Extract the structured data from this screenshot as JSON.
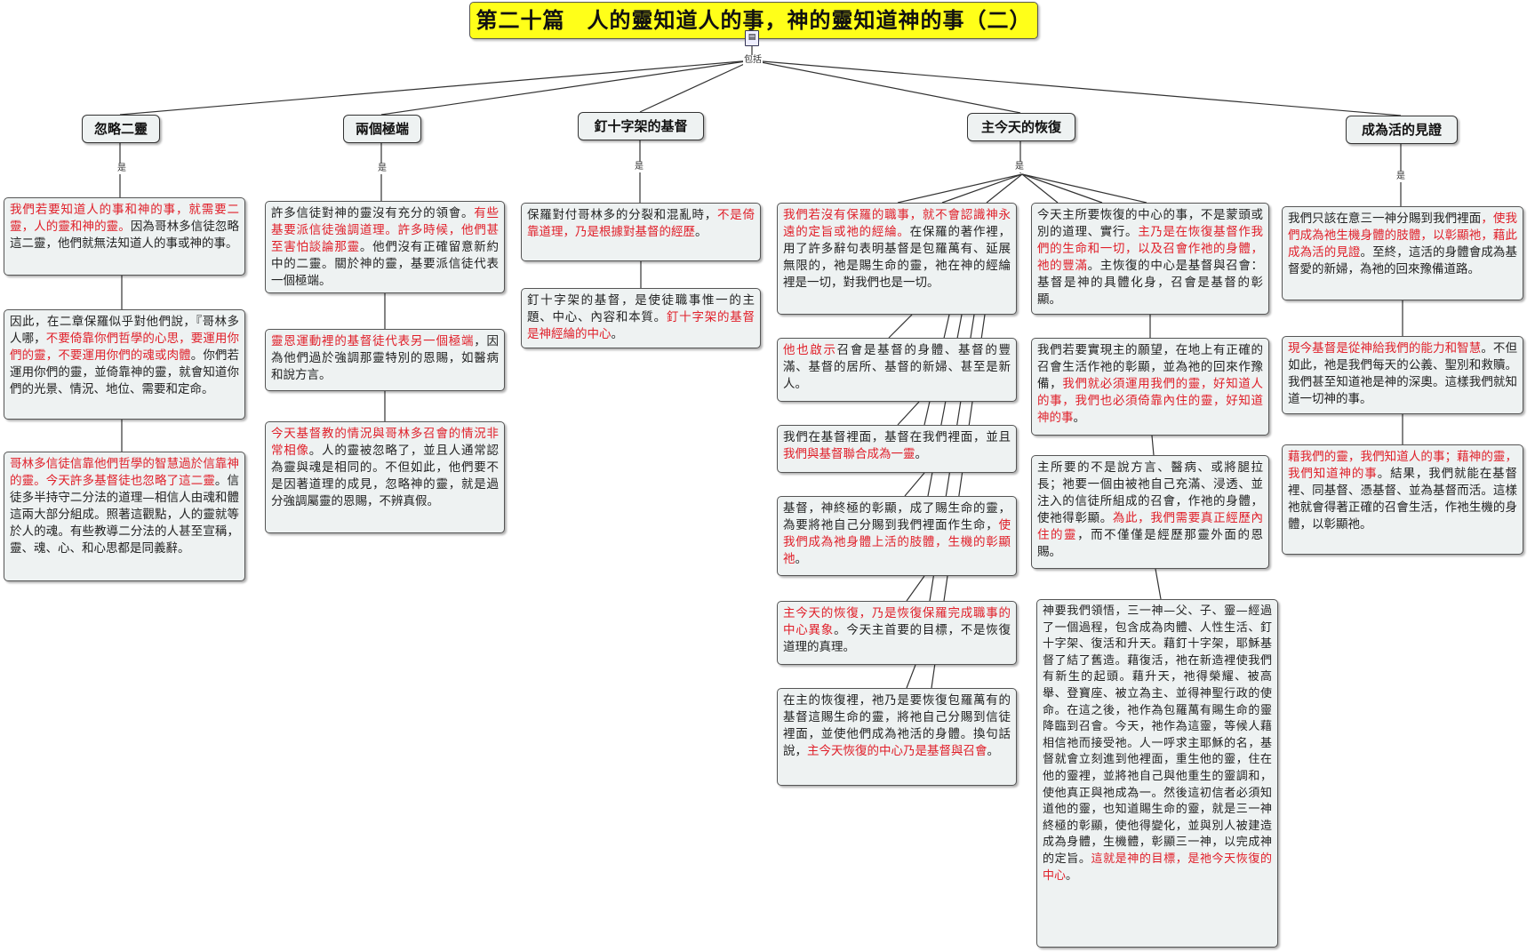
{
  "title": "第二十篇　人的靈知道人的事，神的靈知道神的事（二）",
  "root_relation": "包括",
  "branch_relation": "是",
  "colors": {
    "title_bg": "#ffff19",
    "box_bg": "#eef2f2",
    "highlight": "#e0202a",
    "text": "#222222"
  },
  "branches": [
    {
      "label": "忽略二靈",
      "notes": [
        [
          {
            "t": "我們若要知道人的事和神的事，就需要二靈，人的靈和神的靈。",
            "r": true
          },
          {
            "t": "因為哥林多信徒忽略這二靈，他們就無法知道人的事或神的事。",
            "r": false
          }
        ],
        [
          {
            "t": "因此，在二章保羅似乎對他們說，『哥林多人哪，",
            "r": false
          },
          {
            "t": "不要倚靠你們哲學的心思，要運用你們的靈，不要運用你們的魂或肉體",
            "r": true
          },
          {
            "t": "。你們若運用你們的靈，並倚靠神的靈，就會知道你們的光景、情況、地位、需要和定命。",
            "r": false
          }
        ],
        [
          {
            "t": "哥林多信徒信靠他們哲學的智慧過於信靠神的靈。今天許多基督徒也忽略了這二靈",
            "r": true
          },
          {
            "t": "。信徒多半持守二分法的道理—相信人由魂和體這兩大部分組成。照著這觀點，人的靈就等於人的魂。有些教導二分法的人甚至宣稱，靈、魂、心、和心思都是同義辭。",
            "r": false
          }
        ]
      ]
    },
    {
      "label": "兩個極端",
      "notes": [
        [
          {
            "t": "許多信徒對神的靈沒有充分的領會。",
            "r": false
          },
          {
            "t": "有些基要派信徒強調道理。許多時候，他們甚至害怕談論那靈",
            "r": true
          },
          {
            "t": "。他們沒有正確留意新約中的二靈。關於神的靈，基要派信徒代表一個極端。",
            "r": false
          }
        ],
        [
          {
            "t": "靈恩運動裡的基督徒代表另一個極端",
            "r": true
          },
          {
            "t": "，因為他們過於強調那靈特別的恩賜，如醫病和說方言。",
            "r": false
          }
        ],
        [
          {
            "t": "今天基督教的情況與哥林多召會的情況非常相像",
            "r": true
          },
          {
            "t": "。人的靈被忽略了，並且人通常認為靈與魂是相同的。不但如此，他們要不是因著道理的成見，忽略神的靈，就是過分強調屬靈的恩賜，不辨真假。",
            "r": false
          }
        ]
      ]
    },
    {
      "label": "釘十字架的基督",
      "notes": [
        [
          {
            "t": "保羅對付哥林多的分裂和混亂時，",
            "r": false
          },
          {
            "t": "不是倚靠道理，乃是根據對基督的經歷",
            "r": true
          },
          {
            "t": "。",
            "r": false
          }
        ],
        [
          {
            "t": "釘十字架的基督，是使徒職事惟一的主題、中心、內容和本質。",
            "r": false
          },
          {
            "t": "釘十字架的基督是神經綸的中心",
            "r": true
          },
          {
            "t": "。",
            "r": false
          }
        ]
      ]
    },
    {
      "label": "主今天的恢復",
      "notes": [
        [
          {
            "t": "我們若沒有保羅的職事，就不會認識神永遠的定旨或祂的經綸。",
            "r": true
          },
          {
            "t": "在保羅的著作裡，用了許多辭句表明基督是包羅萬有、延展無限的，祂是賜生命的靈，祂在神的經綸裡是一切，對我們也是一切。",
            "r": false
          }
        ],
        [
          {
            "t": "他也啟示",
            "r": true
          },
          {
            "t": "召會是基督的身體、基督的豐滿、基督的居所、基督的新婦、甚至是新人。",
            "r": false
          }
        ],
        [
          {
            "t": "我們在基督裡面，基督在我們裡面，並且",
            "r": false
          },
          {
            "t": "我們與基督聯合成為一靈",
            "r": true
          },
          {
            "t": "。",
            "r": false
          }
        ],
        [
          {
            "t": "基督，神終極的彰顯，成了賜生命的靈，為要將祂自己分賜到我們裡面作生命，",
            "r": false
          },
          {
            "t": "使我們成為祂身體上活的肢體，生機的彰顯祂",
            "r": true
          },
          {
            "t": "。",
            "r": false
          }
        ],
        [
          {
            "t": "主今天的恢復，乃是恢復保羅完成職事的中心異象",
            "r": true
          },
          {
            "t": "。今天主首要的目標，不是恢復道理的真理。",
            "r": false
          }
        ],
        [
          {
            "t": "在主的恢復裡，祂乃是要恢復包羅萬有的基督這賜生命的靈，將祂自己分賜到信徒裡面，並使他們成為祂活的身體。換句話說，",
            "r": false
          },
          {
            "t": "主今天恢復的中心乃是基督與召會",
            "r": true
          },
          {
            "t": "。",
            "r": false
          }
        ],
        [
          {
            "t": "今天主所要恢復的中心的事，不是蒙頭或別的道理、實行。",
            "r": false
          },
          {
            "t": "主乃是在恢復基督作我們的生命和一切，以及召會作祂的身體，祂的豐滿",
            "r": true
          },
          {
            "t": "。主恢復的中心是基督與召會：基督是神的具體化身，召會是基督的彰顯。",
            "r": false
          }
        ],
        [
          {
            "t": "我們若要實現主的願望，在地上有正確的召會生活作祂的彰顯，並為祂的回來作豫備，",
            "r": false
          },
          {
            "t": "我們就必須運用我們的靈，好知道人的事，我們也必須倚靠內住的靈，好知道神的事",
            "r": true
          },
          {
            "t": "。",
            "r": false
          }
        ],
        [
          {
            "t": "主所要的不是說方言、醫病、或將腿拉長；祂要一個由被祂自己充滿、浸透、並注入的信徒所組成的召會，作祂的身體，使祂得彰顯。",
            "r": false
          },
          {
            "t": "為此，我們需要真正經歷內住的靈",
            "r": true
          },
          {
            "t": "，而不僅僅是經歷那靈外面的恩賜。",
            "r": false
          }
        ],
        [
          {
            "t": "神要我們領悟，三一神—父、子、靈—經過了一個過程，包含成為肉體、人性生活、釘十字架、復活和升天。藉釘十字架，耶穌基督了結了舊造。藉復活，祂在新造裡使我們有新生的起頭。藉升天，祂得榮耀、被高舉、登寶座、被立為主、並得神聖行政的使命。在這之後，祂作為包羅萬有賜生命的靈降臨到召會。今天，祂作為這靈，等候人藉相信祂而接受祂。人一呼求主耶穌的名，基督就會立刻進到他裡面，重生他的靈，住在他的靈裡，並將祂自己與他重生的靈調和，使他真正與祂成為一。然後這初信者必須知道他的靈，也知道賜生命的靈，就是三一神終極的彰顯，使他得變化，並與別人被建造成為身體，生機體，彰顯三一神，以完成神的定旨。",
            "r": false
          },
          {
            "t": "這就是神的目標，是祂今天恢復的中心",
            "r": true
          },
          {
            "t": "。",
            "r": false
          }
        ]
      ]
    },
    {
      "label": "成為活的見證",
      "notes": [
        [
          {
            "t": "我們只該在意三一神分賜到我們裡面",
            "r": false
          },
          {
            "t": "，使我們成為祂生機身體的肢體，以彰顯祂，藉此成為活的見證",
            "r": true
          },
          {
            "t": "。至終，這活的身體會成為基督愛的新婦，為祂的回來豫備道路。",
            "r": false
          }
        ],
        [
          {
            "t": "現今基督是從神給我們的能力和智慧",
            "r": true
          },
          {
            "t": "。不但如此，祂是我們每天的公義、聖別和救贖。我們甚至知道祂是神的深奧。這樣我們就知道一切神的事。",
            "r": false
          }
        ],
        [
          {
            "t": "藉我們的靈，我們知道人的事；藉神的靈，我們知道神的事",
            "r": true
          },
          {
            "t": "。結果，我們就能在基督裡、同基督、憑基督、並為基督而活。這樣祂就會得著正確的召會生活，作祂生機的身體，以彰顯祂。",
            "r": false
          }
        ]
      ]
    }
  ]
}
